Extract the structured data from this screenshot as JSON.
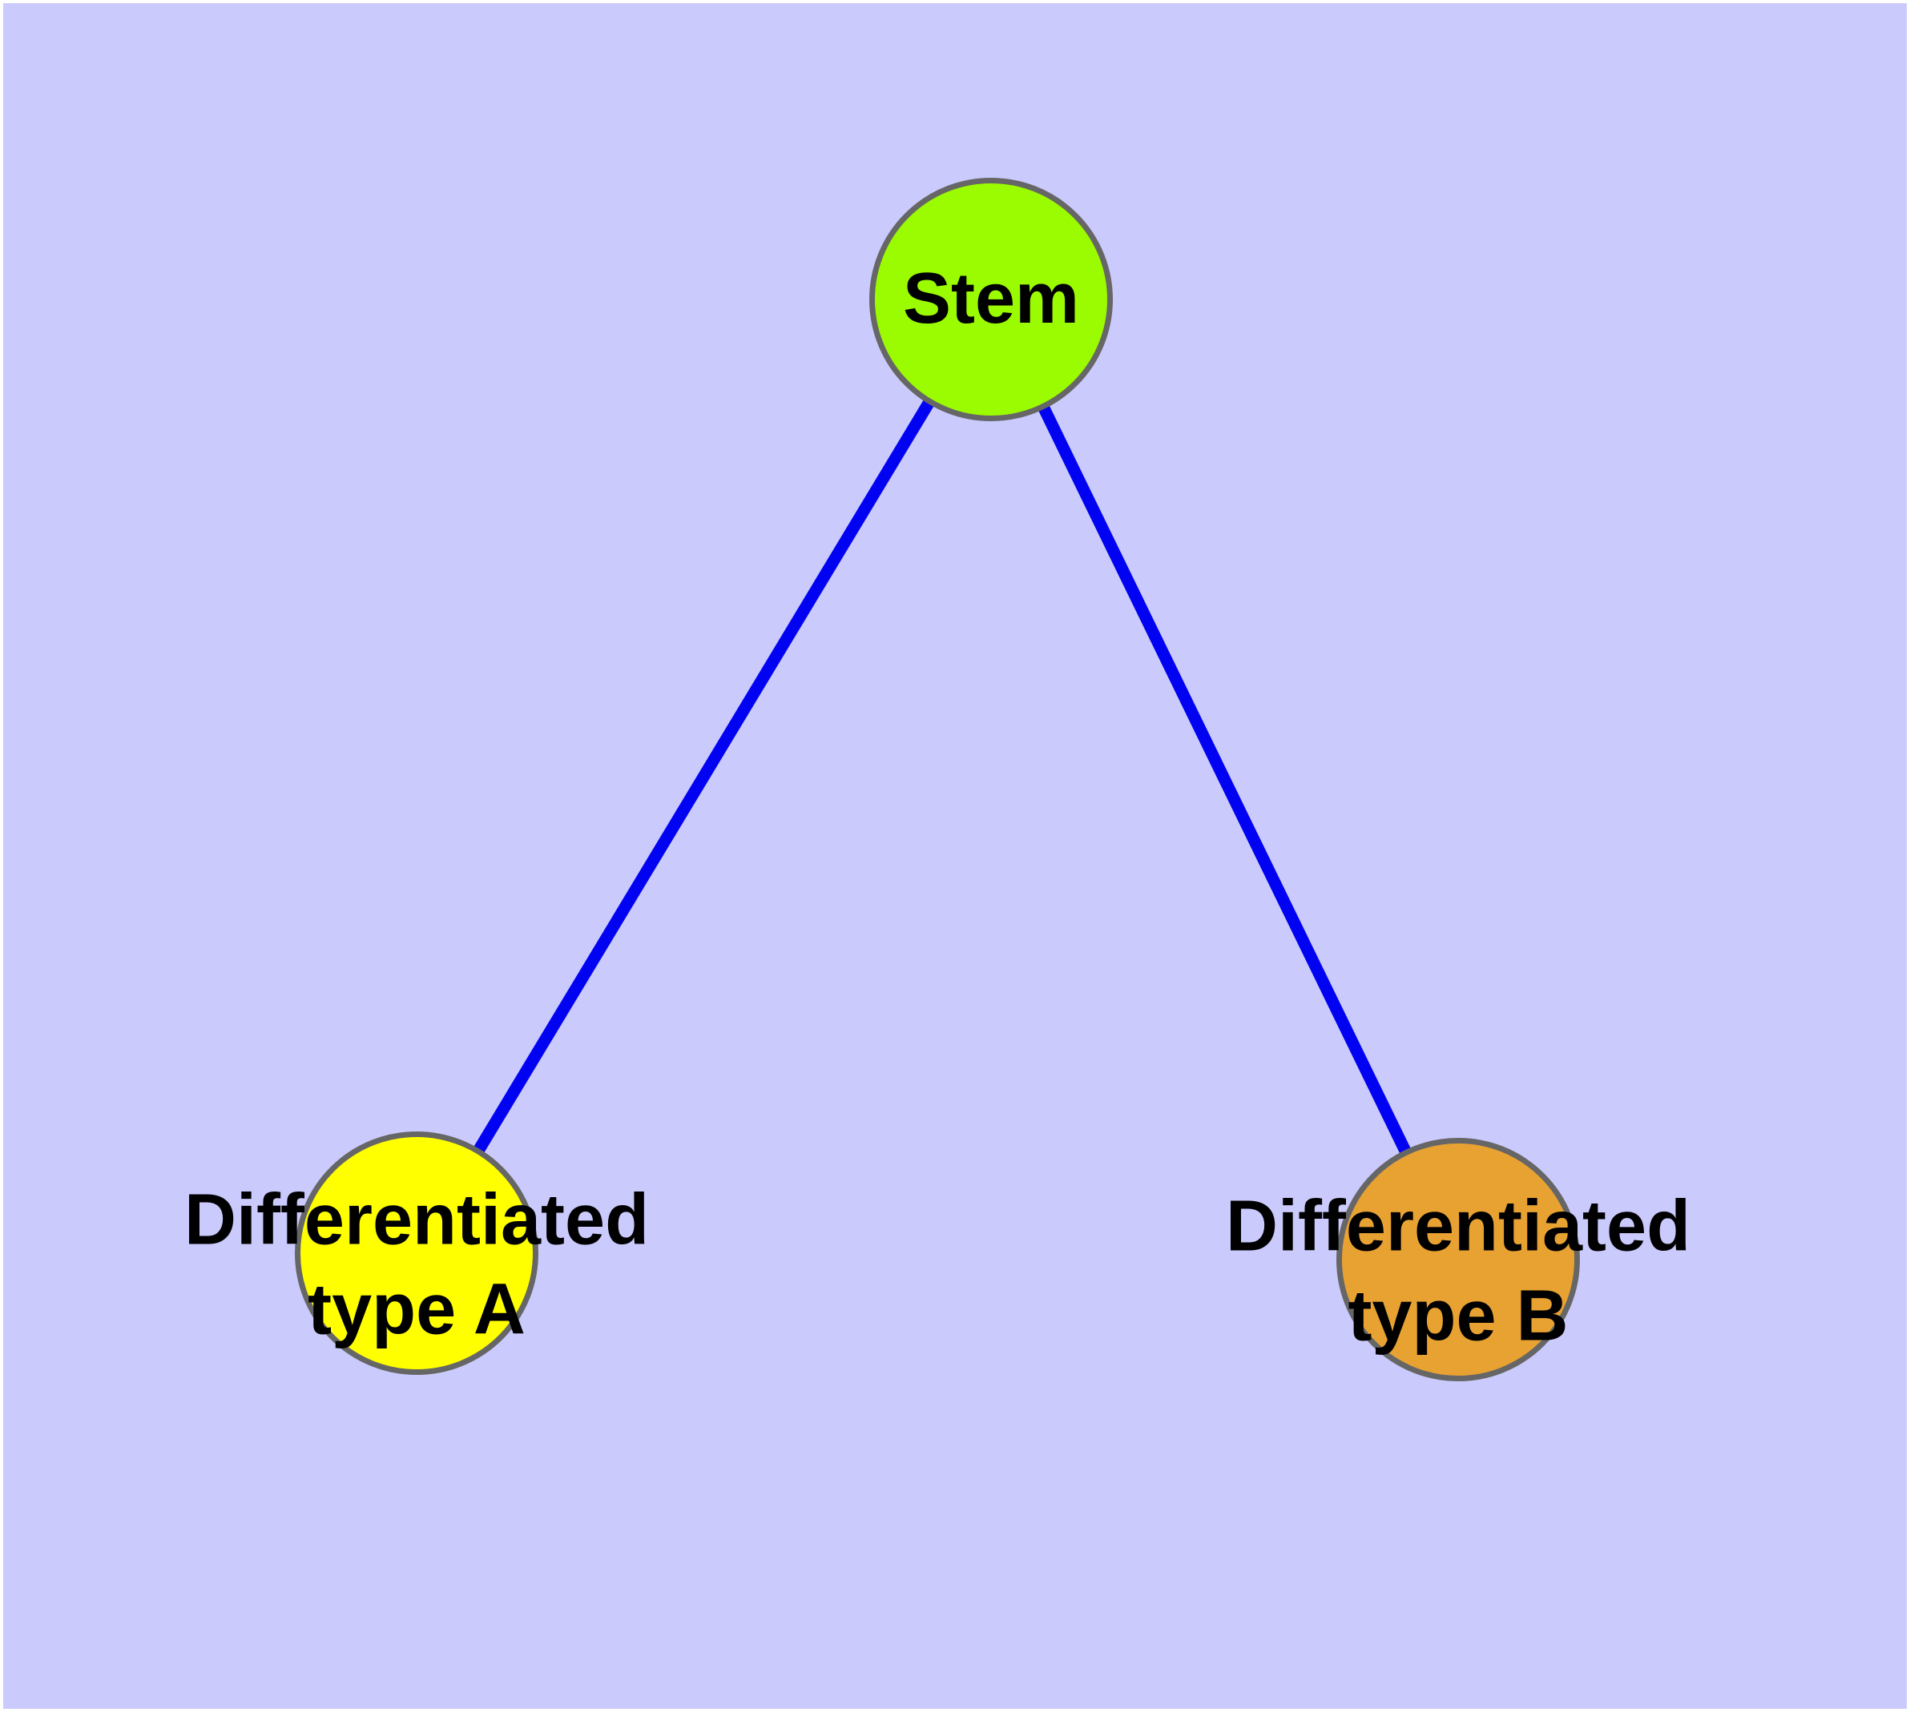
{
  "figure": {
    "background_color": "#CACAFC",
    "edge_color": "#0202F2",
    "node_border_color": "#666666",
    "label_color": "#000000"
  },
  "nodes": [
    {
      "id": "stem",
      "label": "Stem",
      "fill_color": "#9BFB00"
    },
    {
      "id": "type-a",
      "label": "Differentiated\ntype A",
      "fill_color": "#FFFF00"
    },
    {
      "id": "type-b",
      "label": "Differentiated\ntype B",
      "fill_color": "#E8A232"
    }
  ],
  "edges": [
    {
      "from": "Stem",
      "to": "Differentiated type A"
    },
    {
      "from": "Stem",
      "to": "Differentiated type B"
    }
  ]
}
